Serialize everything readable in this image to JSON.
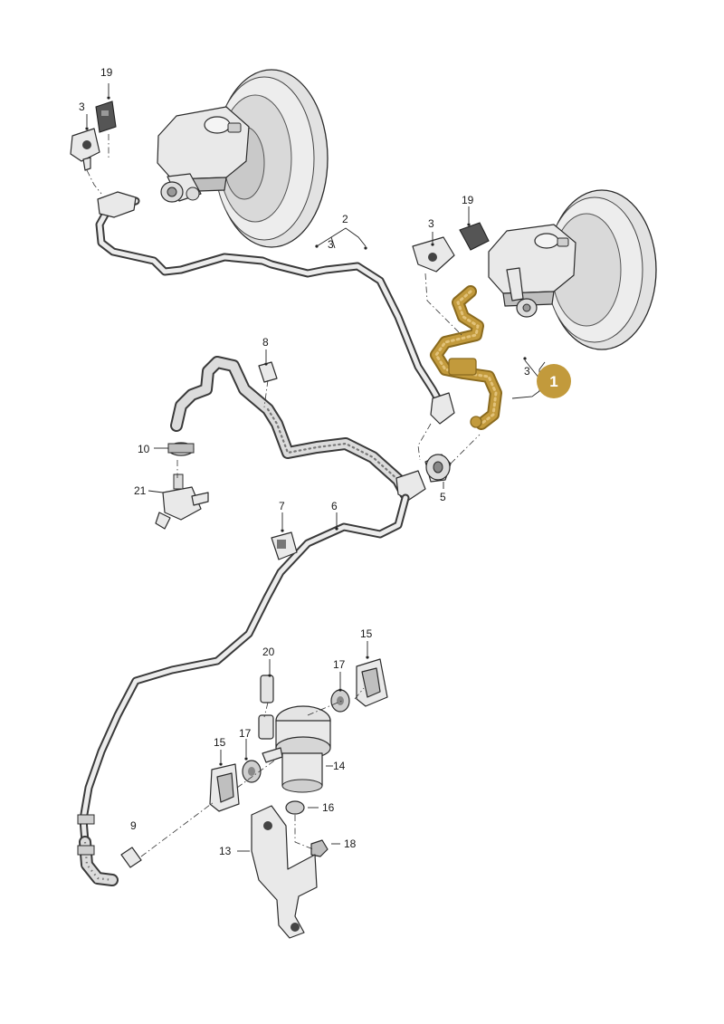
{
  "diagram": {
    "callouts": [
      {
        "id": "19a",
        "text": "19"
      },
      {
        "id": "3a",
        "text": "3"
      },
      {
        "id": "2",
        "text": "2"
      },
      {
        "id": "3b",
        "text": "3"
      },
      {
        "id": "19b",
        "text": "19"
      },
      {
        "id": "3c",
        "text": "3"
      },
      {
        "id": "3d",
        "text": "3"
      },
      {
        "id": "8",
        "text": "8"
      },
      {
        "id": "10",
        "text": "10"
      },
      {
        "id": "21",
        "text": "21"
      },
      {
        "id": "5",
        "text": "5"
      },
      {
        "id": "7",
        "text": "7"
      },
      {
        "id": "6",
        "text": "6"
      },
      {
        "id": "15a",
        "text": "15"
      },
      {
        "id": "20",
        "text": "20"
      },
      {
        "id": "17a",
        "text": "17"
      },
      {
        "id": "14",
        "text": "14"
      },
      {
        "id": "15b",
        "text": "15"
      },
      {
        "id": "17b",
        "text": "17"
      },
      {
        "id": "16",
        "text": "16"
      },
      {
        "id": "9",
        "text": "9"
      },
      {
        "id": "18",
        "text": "18"
      },
      {
        "id": "13",
        "text": "13"
      }
    ],
    "highlight": {
      "badge": "1",
      "color": "#c29a3c",
      "stroke": "#8a6a1e"
    }
  }
}
